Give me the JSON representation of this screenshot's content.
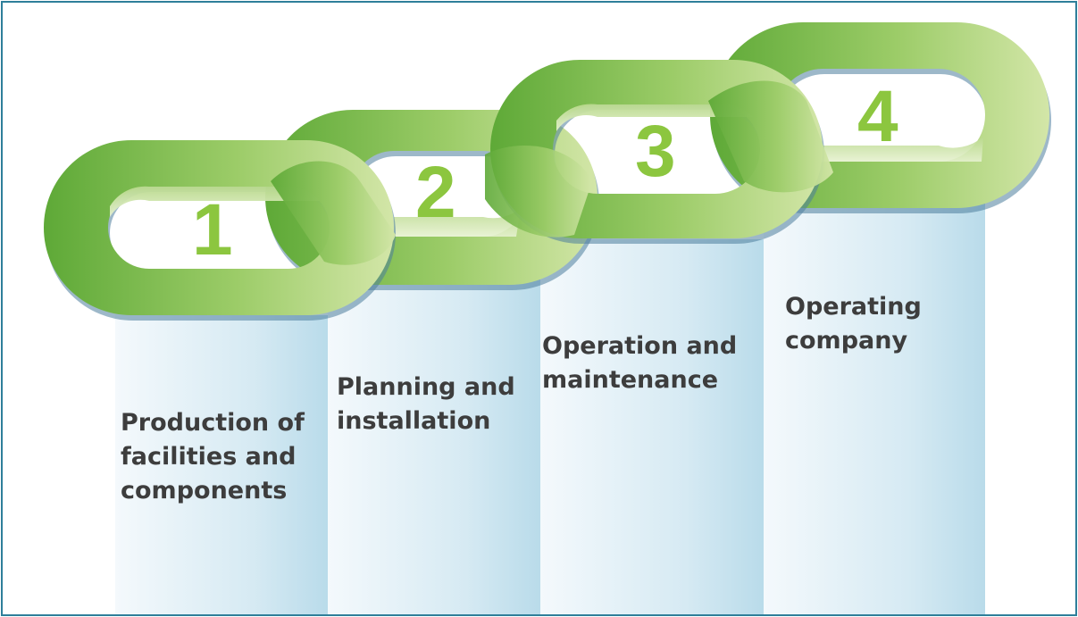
{
  "steps": [
    {
      "number": "1",
      "label": "Production of\nfacilities and\ncomponents"
    },
    {
      "number": "2",
      "label": "Planning and\ninstallation"
    },
    {
      "number": "3",
      "label": "Operation and\nmaintenance"
    },
    {
      "number": "4",
      "label": "Operating\ncompany"
    }
  ],
  "colors": {
    "border": "#2f7f9a",
    "link_dark": "#62ad3a",
    "link_light": "#cfe3a3",
    "number": "#8cc63f",
    "column_light": "#f4f9fc",
    "column_dark": "#b9dbea",
    "label": "#3d3d3d"
  }
}
